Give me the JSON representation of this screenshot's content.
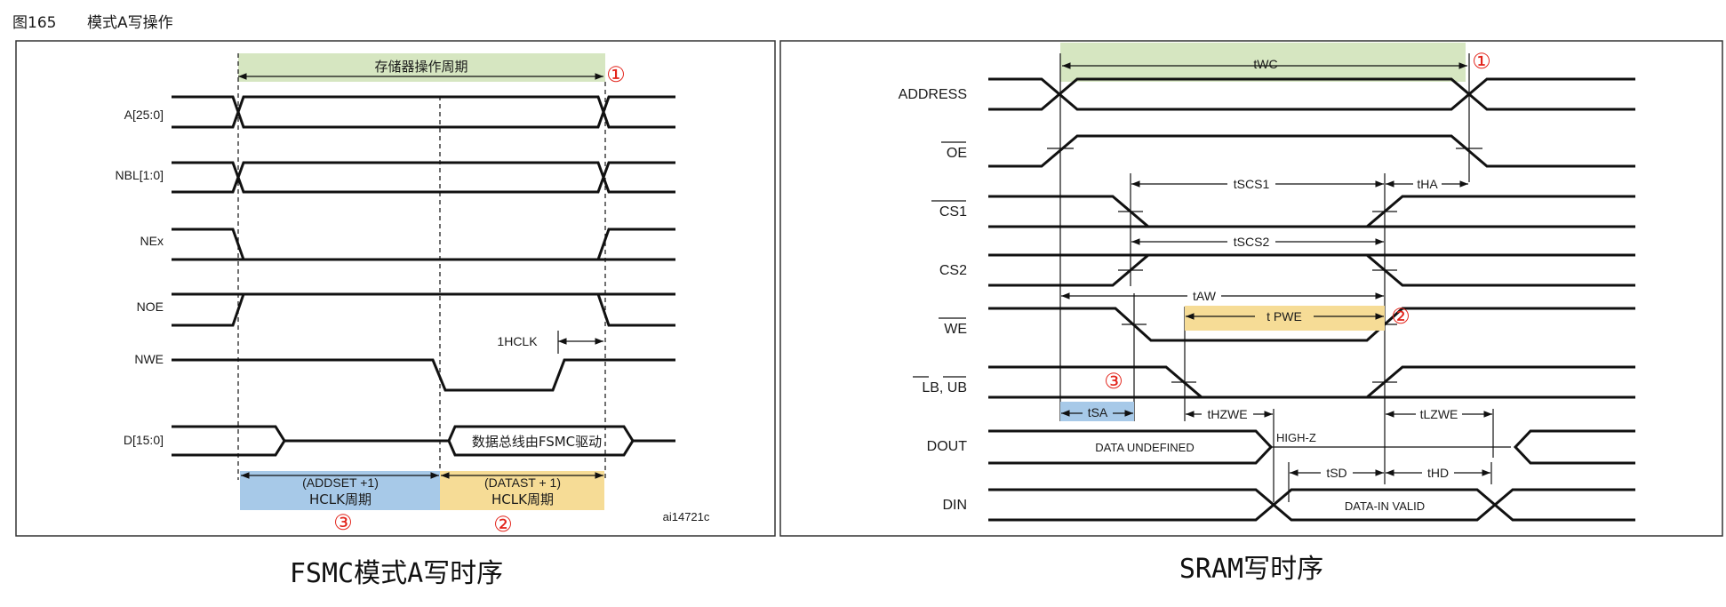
{
  "page": {
    "figure_number": "图165",
    "figure_title": "模式A写操作"
  },
  "left_diagram": {
    "signals": [
      "A[25:0]",
      "NBL[1:0]",
      "NEx",
      "NOE",
      "NWE",
      "D[15:0]"
    ],
    "cycle_label": "存储器操作周期",
    "marker_1": "①",
    "hclk_label": "1HCLK",
    "data_label": "数据总线由FSMC驱动",
    "addset_line1": "(ADDSET +1)",
    "addset_line2": "HCLK周期",
    "datast_line1": "(DATAST + 1)",
    "datast_line2": "HCLK周期",
    "marker_3": "③",
    "marker_2": "②",
    "ref_code": "ai14721c",
    "caption": "FSMC模式A写时序",
    "colors": {
      "green": "#d6e6c1",
      "blue": "#a7c9e8",
      "yellow": "#f6dc96"
    }
  },
  "right_diagram": {
    "signals": [
      "ADDRESS",
      "OE",
      "CS1",
      "CS2",
      "WE",
      "LB, UB",
      "DOUT",
      "DIN"
    ],
    "twc": "tWC",
    "tscs1": "tSCS1",
    "tha": "tHA",
    "tscs2": "tSCS2",
    "taw": "tAW",
    "tpwe": "t PWE",
    "tsa": "tSA",
    "thzwe": "tHZWE",
    "tlzwe": "tLZWE",
    "tsd": "tSD",
    "thd": "tHD",
    "data_undefined": "DATA UNDEFINED",
    "high_z": "HIGH-Z",
    "data_in_valid": "DATA-IN VALID",
    "marker_1": "①",
    "marker_2": "②",
    "marker_3": "③",
    "caption": "SRAM写时序"
  }
}
